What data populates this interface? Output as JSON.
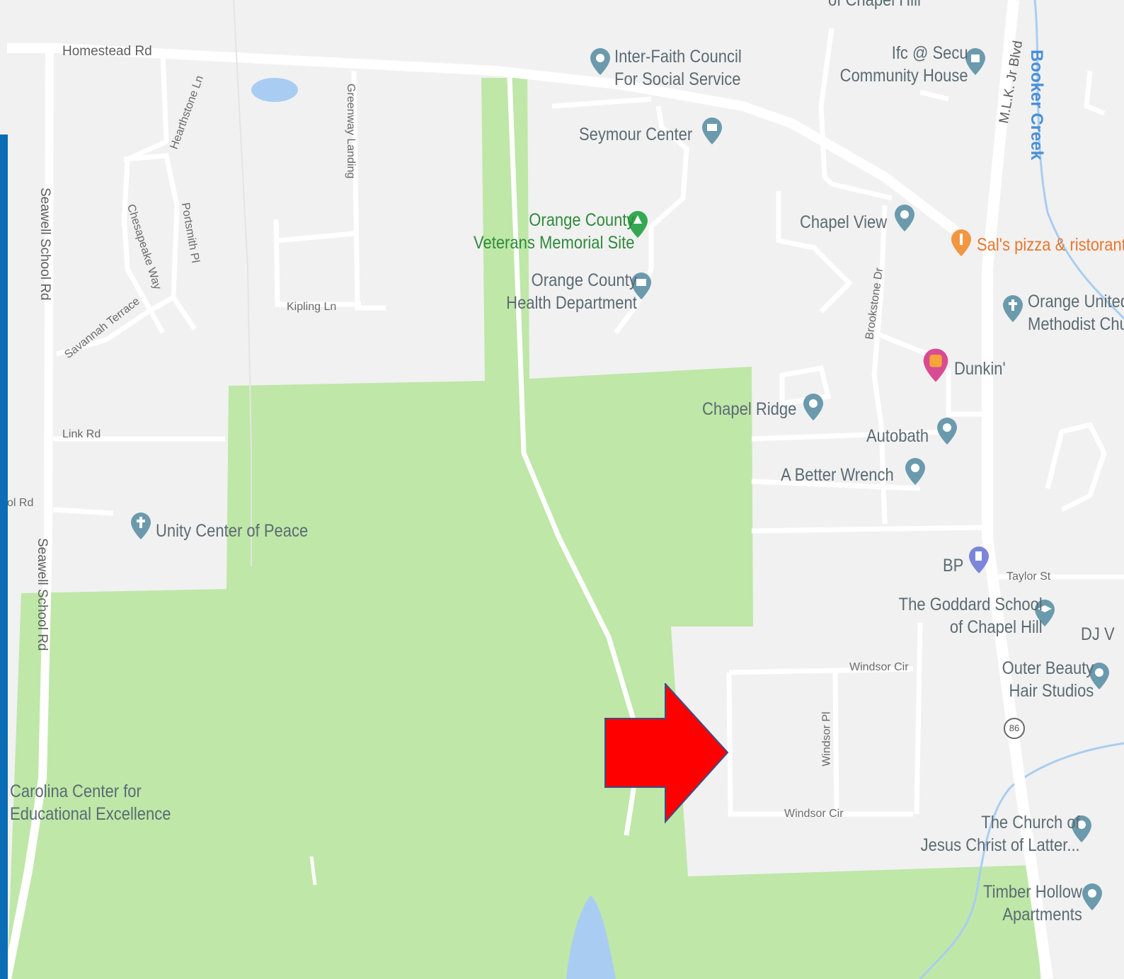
{
  "map": {
    "roads": {
      "homestead": "Homestead Rd",
      "seawell_upper": "Seawell School Rd",
      "seawell_lower": "Seawell School Rd",
      "hearthstone": "Hearthstone Ln",
      "greenway": "Greenway Landing",
      "chesapeake": "Chesapeake Way",
      "portsmith": "Portsmith Pl",
      "savannah": "Savannah Terrace",
      "kipling": "Kipling Ln",
      "link": "Link Rd",
      "school_rd_partial": "ol Rd",
      "mlk": "M.L.K. Jr Blvd",
      "brookstone": "Brookstone Dr",
      "taylor": "Taylor St",
      "windsor_cir_top": "Windsor Cir",
      "windsor_cir_bottom": "Windsor Cir",
      "windsor_pl": "Windsor Pl",
      "route": "86"
    },
    "water": {
      "booker_creek": "Booker Creek"
    },
    "pois": {
      "chapel_hill_partial": "of Chapel Hill",
      "inter_faith": "Inter-Faith Council\nFor Social Service",
      "ifc_secu": "Ifc @ Secu\nCommunity House",
      "seymour": "Seymour Center",
      "veterans": "Orange County\nVeterans Memorial Site",
      "health_dept": "Orange County\nHealth Department",
      "chapel_view": "Chapel View",
      "sals": "Sal's pizza & ristorante",
      "orange_methodist": "Orange United\nMethodist Church",
      "dunkin": "Dunkin'",
      "chapel_ridge": "Chapel Ridge",
      "autobath": "Autobath",
      "better_wrench": "A Better Wrench",
      "unity": "Unity Center of Peace",
      "bp": "BP",
      "goddard": "The Goddard School\nof Chapel Hill",
      "dj": "DJ V",
      "outer_beauty": "Outer Beauty\nHair Studios",
      "carolina_center": "Carolina Center for\nEducational Excellence",
      "church_lds": "The Church of\nJesus Christ of Latter...",
      "timber_hollow": "Timber Hollow\nApartments"
    },
    "colors": {
      "land": "#f1f1f1",
      "park": "#bfe7a8",
      "road": "#ffffff",
      "water": "#a9cdf2",
      "poi_pin": "#6b9aad",
      "arrow": "#ff0000",
      "arrow_outline": "#3a4f86",
      "left_bar": "#0b6db6"
    },
    "annotation": {
      "type": "red-arrow-pointing-right"
    }
  }
}
